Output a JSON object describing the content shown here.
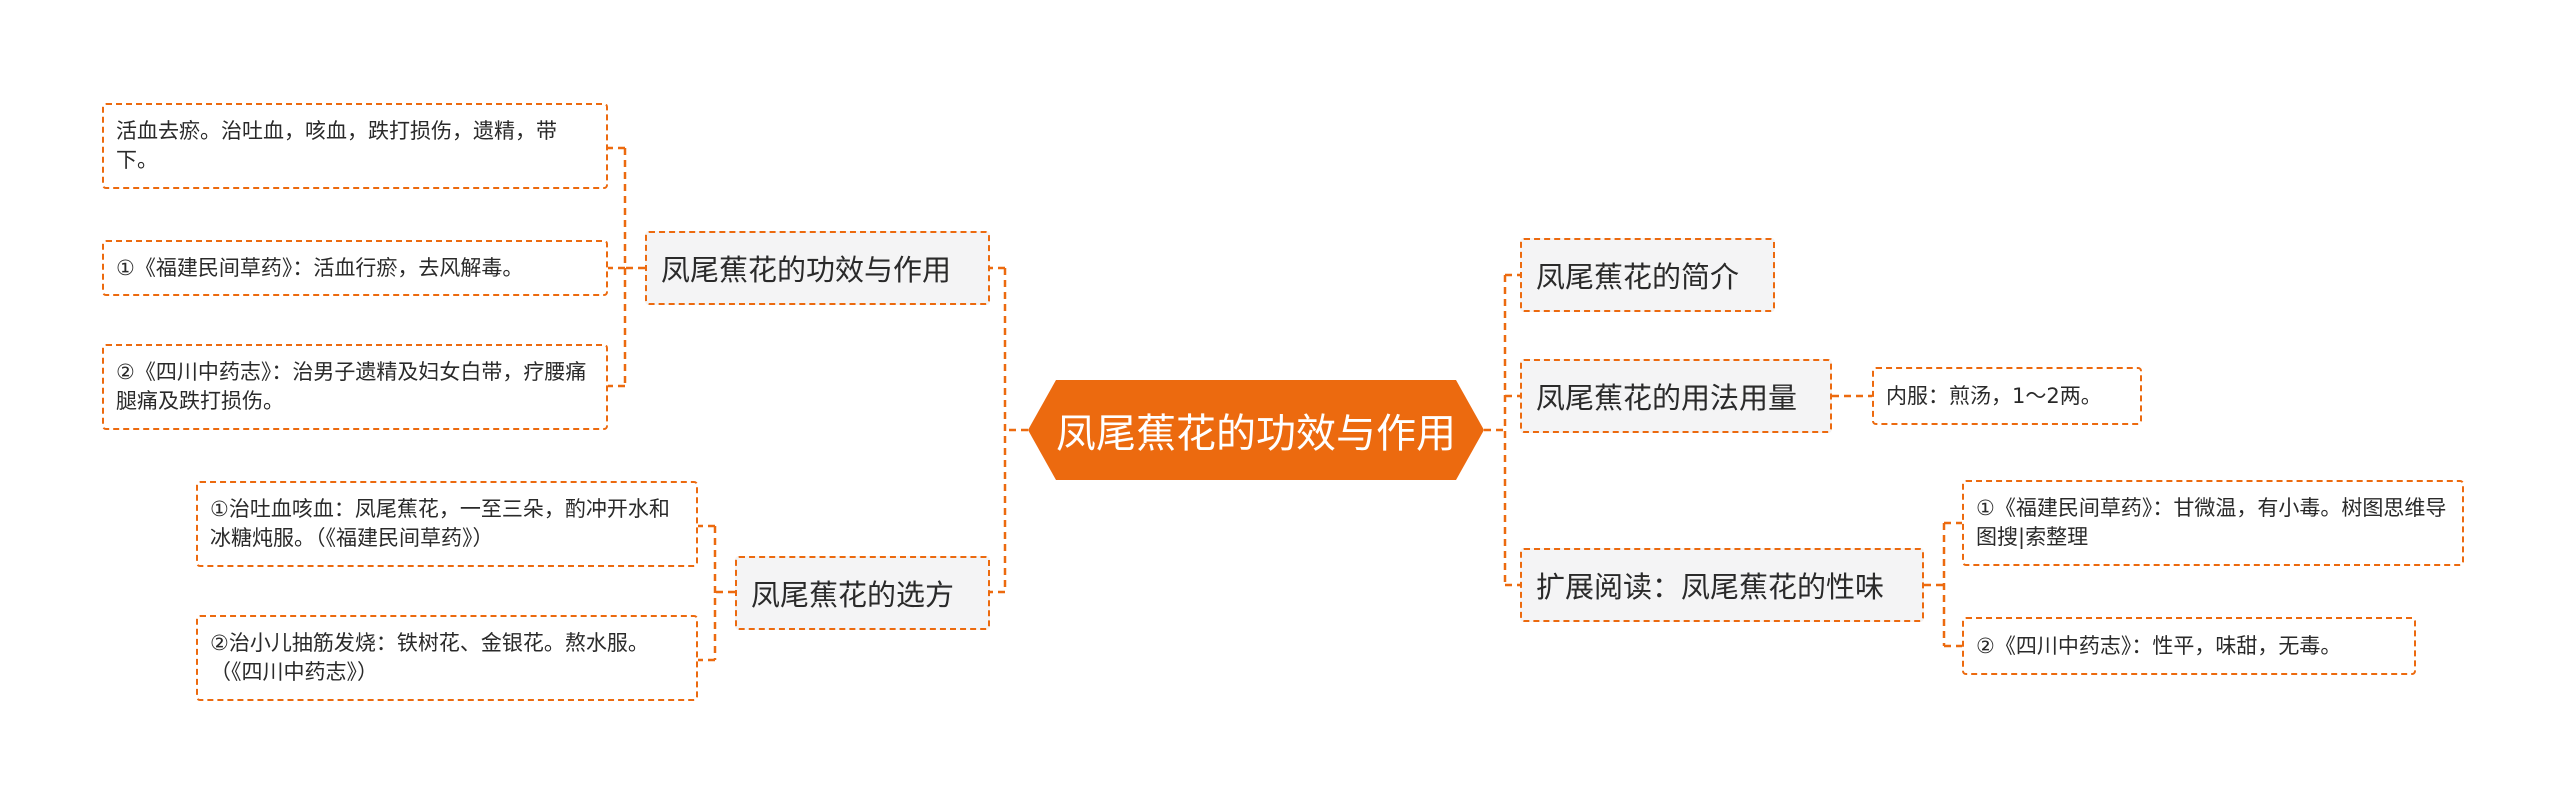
{
  "root": {
    "label": "凤尾蕉花的功效与作用"
  },
  "left_branches": [
    {
      "label": "凤尾蕉花的功效与作用",
      "children": [
        "活血去瘀。治吐血，咳血，跌打损伤，遗精，带下。",
        "①《福建民间草药》：活血行瘀，去风解毒。",
        "②《四川中药志》：治男子遗精及妇女白带，疗腰痛腿痛及跌打损伤。"
      ]
    },
    {
      "label": "凤尾蕉花的选方",
      "children": [
        "①治吐血咳血：凤尾蕉花，一至三朵，酌冲开水和冰糖炖服。（《福建民间草药》）",
        "②治小儿抽筋发烧：铁树花、金银花。熬水服。（《四川中药志》）"
      ]
    }
  ],
  "right_branches": [
    {
      "label": "凤尾蕉花的简介",
      "children": []
    },
    {
      "label": "凤尾蕉花的用法用量",
      "children": [
        "内服：煎汤，1～2两。"
      ]
    },
    {
      "label": "扩展阅读：凤尾蕉花的性味",
      "children": [
        "①《福建民间草药》：甘微温，有小毒。树图思维导图搜|索整理",
        "②《四川中药志》：性平，味甜，无毒。"
      ]
    }
  ],
  "colors": {
    "accent": "#ec6a0f",
    "topic_fill": "#f4f4f5",
    "leaf_fill": "#ffffff",
    "text": "#2a2a2a"
  }
}
